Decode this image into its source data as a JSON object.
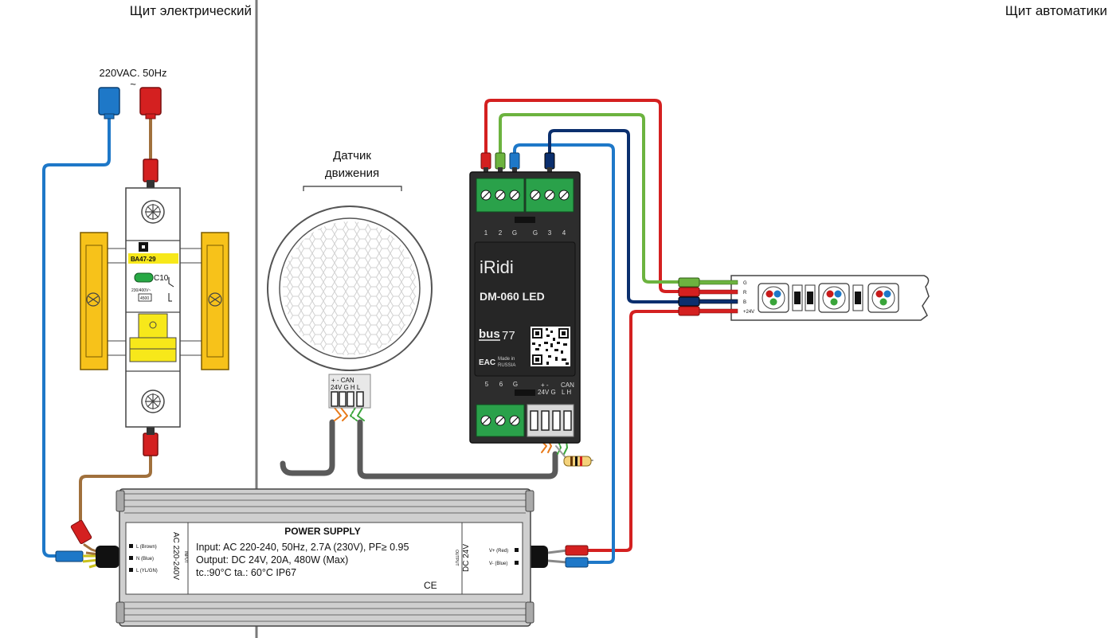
{
  "panels": {
    "left_title": "Щит электрический",
    "right_title": "Щит автоматики"
  },
  "mains": {
    "label": "220VAC. 50Hz",
    "symbol": "~"
  },
  "breaker": {
    "model": "ВА47-29",
    "rating": "C10",
    "spec_line1": "230/400V~",
    "spec_line2": "4500"
  },
  "sensor": {
    "title_line1": "Датчик",
    "title_line2": "движения",
    "term_top": "+ -  CAN",
    "term_bottom": "24V G  H L"
  },
  "controller": {
    "brand": "iRidi",
    "model": "DM-060 LED",
    "bus_logo": "bus",
    "bus_number": "77",
    "eac": "EAC",
    "made_in_line1": "Made in",
    "made_in_line2": "RUSSIA",
    "top_terms": [
      "1",
      "2",
      "G",
      "G",
      "3",
      "4"
    ],
    "bottom_terms": [
      "5",
      "6",
      "G"
    ],
    "bottom_power_top": "+  -",
    "bottom_power_bottom": "24V G",
    "can_top": "CAN",
    "can_bottom": "L  H"
  },
  "led_strip": {
    "pins": [
      "G",
      "R",
      "B",
      "+24V"
    ]
  },
  "power_supply": {
    "title": "POWER SUPPLY",
    "line1": "Input: AC 220-240, 50Hz, 2.7A (230V), PF≥ 0.95",
    "line2": "Output: DC 24V, 20A, 480W (Max)",
    "line3": "tc.:90°C     ta.: 60°C   IP67",
    "ce": "CE",
    "input_vertical": "AC 220-240V",
    "input_small": "INPUT",
    "output_vertical": "DC 24V",
    "output_small": "OUTPUT",
    "in_labels": [
      "L (Brown)",
      "N (Blue)",
      "L (YL/GN)"
    ],
    "out_labels": [
      "V+ (Red)",
      "V- (Blue)"
    ]
  },
  "colors": {
    "red": "#d42020",
    "blue": "#1e78c8",
    "dark_blue": "#0b2f6e",
    "green": "#6cb33f",
    "brown": "#a0703c",
    "yellow": "#f7c21a",
    "cable_gray": "#555555"
  }
}
